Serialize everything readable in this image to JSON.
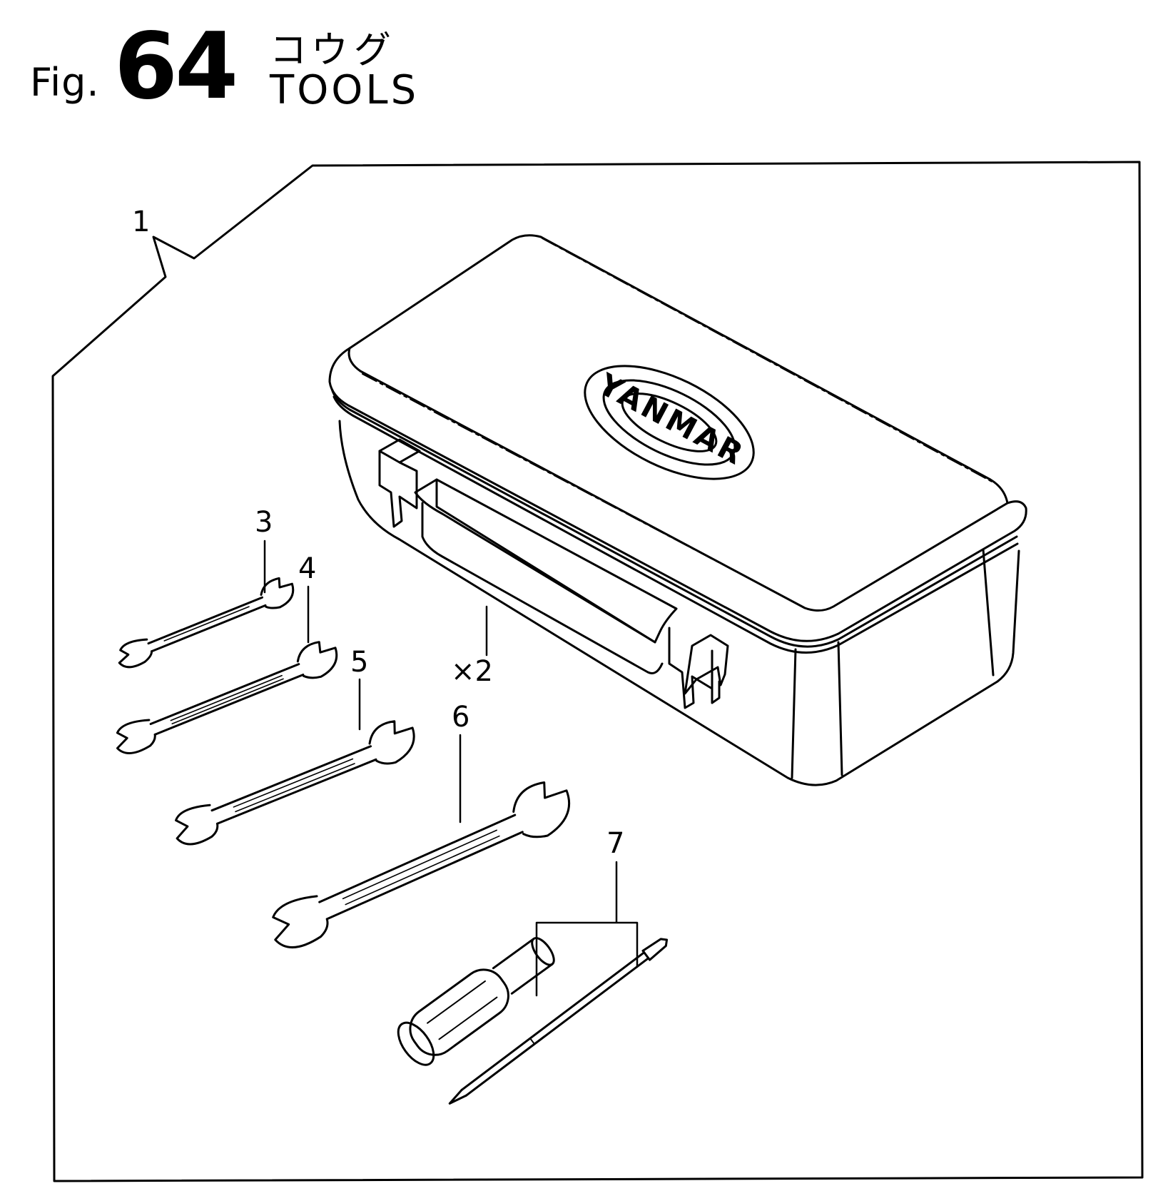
{
  "header": {
    "prefix": "Fig.",
    "number": "64",
    "title_jp": "コウグ",
    "title_en": "TOOLS"
  },
  "callouts": {
    "c1": "1",
    "c2": "×2",
    "c3": "3",
    "c4": "4",
    "c5": "5",
    "c6": "6",
    "c7": "7"
  },
  "logo_text": "YANMAR",
  "colors": {
    "ink": "#000000",
    "paper": "#ffffff"
  }
}
